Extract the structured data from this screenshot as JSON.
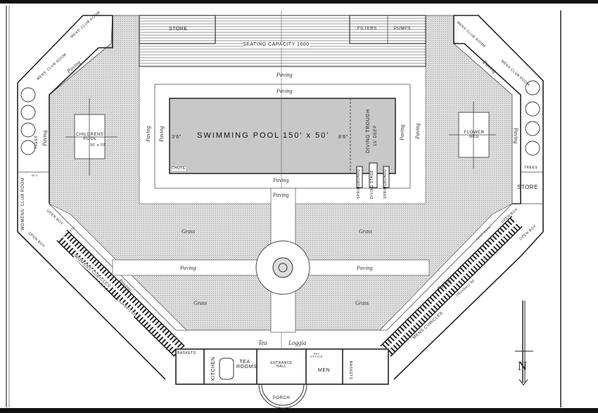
{
  "plan": {
    "seating": {
      "store": "STORE",
      "capacity": "SEATING CAPACITY 1600",
      "filters": "FILTERS",
      "pumps": "PUMPS"
    },
    "pool": {
      "name": "SWIMMING POOL",
      "size": "150' x 50'",
      "shallow_depth": "3'6\"",
      "mid_depth": "8'6\"",
      "chute": "CHUTE",
      "diving_trough": "DIVING TROUGH",
      "diving_depth": "15' DEEP",
      "springboard_1": "SPRINGBOARD",
      "diving_stage": "DIVING STAGE",
      "springboard_2": "SPRINGBOARD"
    },
    "paving": "Paving",
    "grass": "Grass",
    "childrens_pool": {
      "name": "CHILDRENS' POOL",
      "size": "30' x 20'"
    },
    "flower_bed": "FLOWER BED",
    "left_wing": {
      "mens_club_room_1": "MENS' CLUB ROOM",
      "mens_club_room_2": "MENS' CLUB ROOM",
      "trees": "TREES",
      "wc": "W.C.",
      "womens_club_room": "WOMENS' CLUB ROOM",
      "open_box_1": "OPEN BOX",
      "open_box_2": "OPEN BOX",
      "foot_bath": "FOOT BATH",
      "cubicles": "WOMENS CUBICLES",
      "cubicles_count": "(Number) 80"
    },
    "right_wing": {
      "mens_club_room_1": "MENS CLUB ROOM",
      "mens_club_room_2": "MENS CLUB ROOM",
      "trees": "TREES",
      "store": "STORE",
      "open_box_1": "OPEN BOX",
      "open_box_2": "OPEN BOX",
      "foot_bath": "FOOT BATH",
      "cubicles": "MENS CUBICLES",
      "cubicles_count": "(Number) 80"
    },
    "entrance": {
      "tea": "Tea",
      "loggia": "Loggia",
      "baskets_left": "BASKETS",
      "kitchen": "KITCHEN",
      "tea_rooms": "TEA ROOMS",
      "entrance_hall": "ENTRANCE HALL",
      "pay_office": "PAY OFFICE",
      "men": "MEN",
      "baskets_right": "BASKETS",
      "porch": "PORCH"
    },
    "north": "N"
  }
}
